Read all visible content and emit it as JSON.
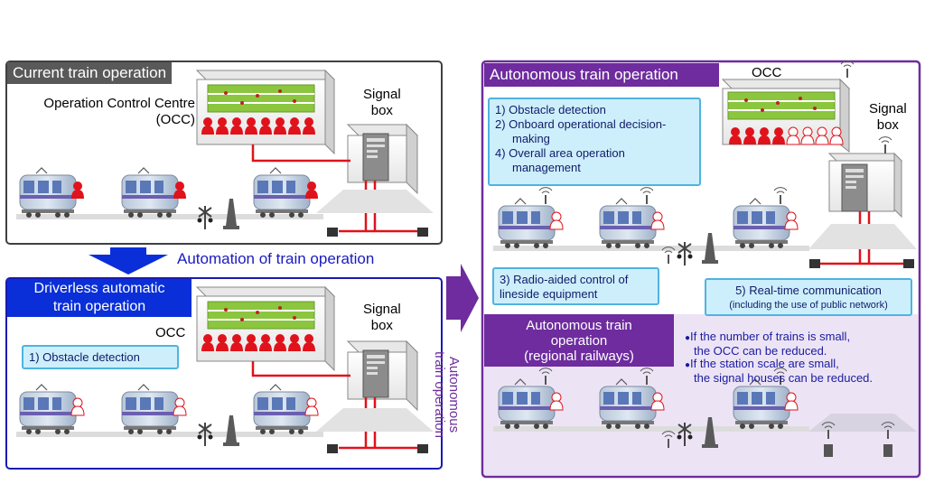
{
  "current": {
    "title": "Current train operation",
    "occ_label": "Operation Control Centre\n(OCC)",
    "signal_label": "Signal\nbox"
  },
  "arrow_down": {
    "label": "Automation of train operation"
  },
  "driverless": {
    "title": "Driverless automatic\ntrain operation",
    "occ_label": "OCC",
    "signal_label": "Signal\nbox",
    "feature": "1) Obstacle detection"
  },
  "side_arrow": {
    "label": "Autonomous\ntrain operation"
  },
  "autonomous": {
    "title": "Autonomous train operation",
    "occ_label": "OCC",
    "signal_label": "Signal\nbox",
    "features": [
      "1) Obstacle detection",
      "2) Onboard operational decision-",
      "making",
      "4) Overall area operation",
      "management"
    ],
    "radio_box": "3) Radio-aided control of\nlineside equipment",
    "comm_box_line1": "5) Real-time communication",
    "comm_box_line2": "(including the use of public network)"
  },
  "regional": {
    "title": "Autonomous train\noperation\n(regional railways)",
    "notes": [
      "If the number of trains is small,",
      "the OCC can be reduced.",
      "If the station scale are small,",
      "the signal houses can be reduced."
    ]
  },
  "colors": {
    "grey_title": "#595959",
    "blue_title": "#0a2fd8",
    "purple_title": "#6e2c9e",
    "driver_red": "#e0121b",
    "purple_border": "#6e2c9e",
    "regional_bg": "#ece4f5"
  }
}
